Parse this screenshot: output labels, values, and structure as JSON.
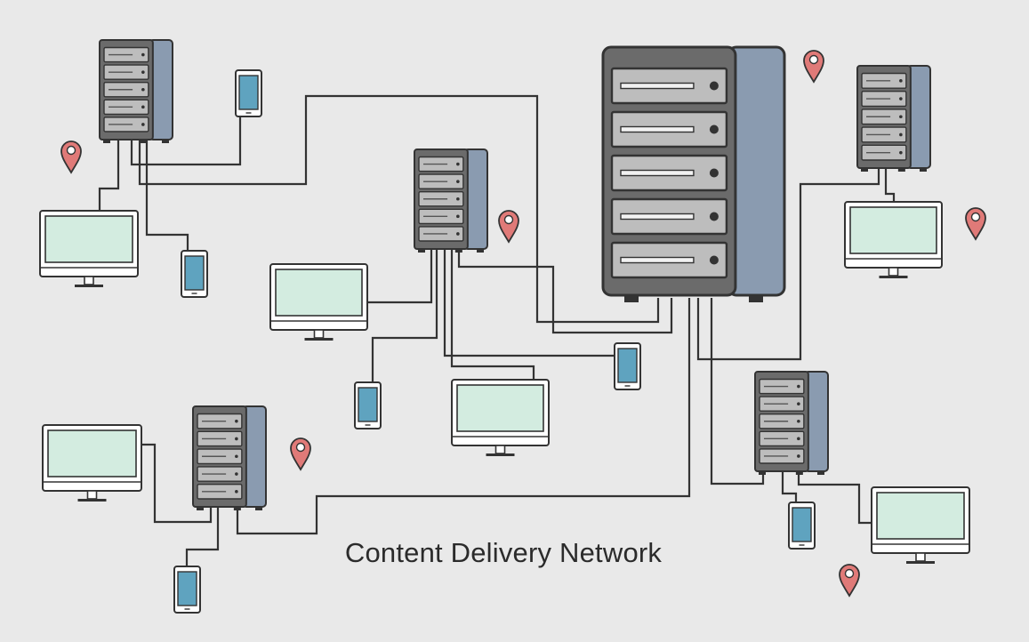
{
  "diagram": {
    "title": "Content Delivery Network",
    "colors": {
      "background": "#e9e9e9",
      "link": "#333333",
      "server_front": "#6b6b6b",
      "server_side": "#8a9bb0",
      "slot": "#bdbdbd",
      "monitor_screen": "#d3ece0",
      "phone_screen": "#5fa3bf",
      "pin": "#e07a78"
    },
    "nodes": {
      "servers": [
        {
          "id": "main-server",
          "kind": "large-server",
          "icon": "server-rack-icon"
        },
        {
          "id": "server-top-left",
          "kind": "server",
          "icon": "server-icon"
        },
        {
          "id": "server-center",
          "kind": "server",
          "icon": "server-icon"
        },
        {
          "id": "server-top-right",
          "kind": "server",
          "icon": "server-icon"
        },
        {
          "id": "server-bottom-left",
          "kind": "server",
          "icon": "server-icon"
        },
        {
          "id": "server-bottom-right",
          "kind": "server",
          "icon": "server-icon"
        }
      ],
      "monitors": [
        {
          "id": "monitor-top-left",
          "icon": "desktop-monitor-icon"
        },
        {
          "id": "monitor-center-left",
          "icon": "desktop-monitor-icon"
        },
        {
          "id": "monitor-center",
          "icon": "desktop-monitor-icon"
        },
        {
          "id": "monitor-right",
          "icon": "desktop-monitor-icon"
        },
        {
          "id": "monitor-bottom-left",
          "icon": "desktop-monitor-icon"
        },
        {
          "id": "monitor-bottom-right",
          "icon": "desktop-monitor-icon"
        }
      ],
      "phones": [
        {
          "id": "phone-top",
          "icon": "smartphone-icon"
        },
        {
          "id": "phone-left",
          "icon": "smartphone-icon"
        },
        {
          "id": "phone-center-left",
          "icon": "smartphone-icon"
        },
        {
          "id": "phone-center-right",
          "icon": "smartphone-icon"
        },
        {
          "id": "phone-bottom-left",
          "icon": "smartphone-icon"
        },
        {
          "id": "phone-bottom-right",
          "icon": "smartphone-icon"
        }
      ],
      "pins": [
        {
          "id": "pin-top-left",
          "icon": "location-pin-icon"
        },
        {
          "id": "pin-center",
          "icon": "location-pin-icon"
        },
        {
          "id": "pin-top-right",
          "icon": "location-pin-icon"
        },
        {
          "id": "pin-right",
          "icon": "location-pin-icon"
        },
        {
          "id": "pin-bottom-left",
          "icon": "location-pin-icon"
        },
        {
          "id": "pin-bottom-right",
          "icon": "location-pin-icon"
        }
      ]
    }
  }
}
